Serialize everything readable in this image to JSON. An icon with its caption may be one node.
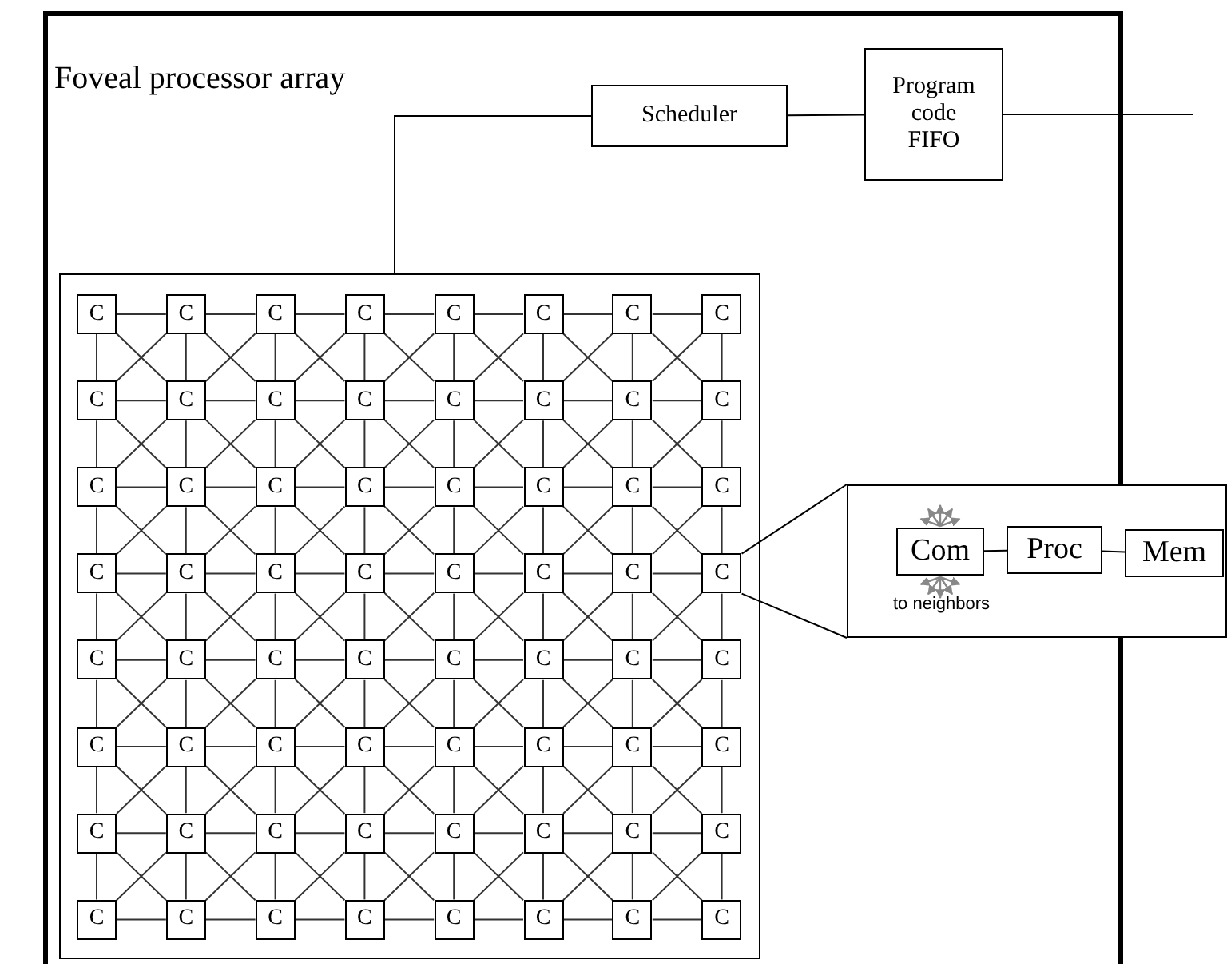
{
  "diagram": {
    "nodes": [
      {
        "text": [
          "Foveal processor array"
        ]
      },
      {
        "text": [
          "Scheduler"
        ],
        "in": 0
      },
      {
        "text": [
          "Program code FIFO"
        ],
        "in": 0
      },
      {
        "text": [],
        "shape": "box",
        "in": 0
      },
      {
        "text": [
          "C"
        ],
        "in": 3
      },
      {
        "text": [
          "C"
        ],
        "in": 3
      },
      {
        "text": [
          "C"
        ],
        "in": 3
      },
      {
        "text": [
          "C"
        ],
        "in": 3
      },
      {
        "text": [
          "C"
        ],
        "in": 3
      },
      {
        "text": [
          "C"
        ],
        "in": 3
      },
      {
        "text": [
          "C"
        ],
        "in": 3
      },
      {
        "text": [
          "C"
        ],
        "in": 3
      },
      {
        "text": [
          "C"
        ],
        "in": 3
      },
      {
        "text": [
          "C"
        ],
        "in": 3
      },
      {
        "text": [
          "C"
        ],
        "in": 3
      },
      {
        "text": [
          "C"
        ],
        "in": 3
      },
      {
        "text": [
          "C"
        ],
        "in": 3
      },
      {
        "text": [
          "C"
        ],
        "in": 3
      },
      {
        "text": [
          "C"
        ],
        "in": 3
      },
      {
        "text": [
          "C"
        ],
        "in": 3
      },
      {
        "text": [
          "C"
        ],
        "in": 3
      },
      {
        "text": [
          "C"
        ],
        "in": 3
      },
      {
        "text": [
          "C"
        ],
        "in": 3
      },
      {
        "text": [
          "C"
        ],
        "in": 3
      },
      {
        "text": [
          "C"
        ],
        "in": 3
      },
      {
        "text": [
          "C"
        ],
        "in": 3
      },
      {
        "text": [
          "C"
        ],
        "in": 3
      },
      {
        "text": [
          "C"
        ],
        "in": 3
      },
      {
        "text": [
          "C"
        ],
        "in": 3
      },
      {
        "text": [
          "C"
        ],
        "in": 3
      },
      {
        "text": [
          "C"
        ],
        "in": 3
      },
      {
        "text": [
          "C"
        ],
        "in": 3
      },
      {
        "text": [
          "C"
        ],
        "in": 3
      },
      {
        "text": [
          "C"
        ],
        "in": 3
      },
      {
        "text": [
          "C"
        ],
        "in": 3
      },
      {
        "text": [
          "C"
        ],
        "in": 3
      },
      {
        "text": [
          "C"
        ],
        "in": 3
      },
      {
        "text": [
          "C"
        ],
        "in": 3
      },
      {
        "text": [
          "C"
        ],
        "in": 3
      },
      {
        "text": [
          "C"
        ],
        "in": 3
      },
      {
        "text": [
          "C"
        ],
        "in": 3
      },
      {
        "text": [
          "C"
        ],
        "in": 3
      },
      {
        "text": [
          "C"
        ],
        "in": 3
      },
      {
        "text": [
          "C"
        ],
        "in": 3
      },
      {
        "text": [
          "C"
        ],
        "in": 3
      },
      {
        "text": [
          "C"
        ],
        "in": 3
      },
      {
        "text": [
          "C"
        ],
        "in": 3
      },
      {
        "text": [
          "C"
        ],
        "in": 3
      },
      {
        "text": [
          "C"
        ],
        "in": 3
      },
      {
        "text": [
          "C"
        ],
        "in": 3
      },
      {
        "text": [
          "C"
        ],
        "in": 3
      },
      {
        "text": [
          "C"
        ],
        "in": 3
      },
      {
        "text": [
          "C"
        ],
        "in": 3
      },
      {
        "text": [
          "C"
        ],
        "in": 3
      },
      {
        "text": [
          "C"
        ],
        "in": 3
      },
      {
        "text": [
          "C"
        ],
        "in": 3
      },
      {
        "text": [
          "C"
        ],
        "in": 3
      },
      {
        "text": [
          "C"
        ],
        "in": 3
      },
      {
        "text": [
          "C"
        ],
        "in": 3
      },
      {
        "text": [
          "C"
        ],
        "in": 3
      },
      {
        "text": [
          "C"
        ],
        "in": 3
      },
      {
        "text": [
          "C"
        ],
        "in": 3
      },
      {
        "text": [
          "C"
        ],
        "in": 3
      },
      {
        "text": [
          "C"
        ],
        "in": 3
      },
      {
        "text": [
          "C"
        ],
        "in": 3
      },
      {
        "text": [
          "C"
        ],
        "in": 3
      },
      {
        "text": [
          "C"
        ],
        "in": 3
      },
      {
        "text": [
          "C"
        ],
        "in": 3
      },
      {
        "text": [],
        "shape": "box"
      },
      {
        "text": [
          "Com"
        ],
        "beside": [
          "to neighbors"
        ]
      },
      {
        "text": [
          "Proc"
        ]
      },
      {
        "text": [
          "Mem"
        ],
        "in": 68
      }
    ],
    "edges": [
      {
        "from": 1,
        "to": 3,
        "arrow": "none"
      },
      {
        "from": 1,
        "to": 2,
        "arrow": "none"
      },
      {
        "from": 2,
        "to": null,
        "arrow": "none"
      },
      {
        "from": 35,
        "to": 68,
        "arrow": "none"
      },
      {
        "from": 35,
        "to": 68,
        "arrow": "none"
      },
      {
        "from": 69,
        "to": 70,
        "arrow": "none"
      },
      {
        "from": 70,
        "to": 71,
        "arrow": "none"
      },
      {
        "from": 4,
        "to": 5,
        "arrow": "none"
      },
      {
        "from": 5,
        "to": 6,
        "arrow": "none"
      },
      {
        "from": 6,
        "to": 7,
        "arrow": "none"
      },
      {
        "from": 7,
        "to": 8,
        "arrow": "none"
      },
      {
        "from": 8,
        "to": 9,
        "arrow": "none"
      },
      {
        "from": 9,
        "to": 10,
        "arrow": "none"
      },
      {
        "from": 10,
        "to": 11,
        "arrow": "none"
      },
      {
        "from": 12,
        "to": 13,
        "arrow": "none"
      },
      {
        "from": 13,
        "to": 14,
        "arrow": "none"
      },
      {
        "from": 14,
        "to": 15,
        "arrow": "none"
      },
      {
        "from": 15,
        "to": 16,
        "arrow": "none"
      },
      {
        "from": 16,
        "to": 17,
        "arrow": "none"
      },
      {
        "from": 17,
        "to": 18,
        "arrow": "none"
      },
      {
        "from": 18,
        "to": 19,
        "arrow": "none"
      },
      {
        "from": 20,
        "to": 21,
        "arrow": "none"
      },
      {
        "from": 21,
        "to": 22,
        "arrow": "none"
      },
      {
        "from": 22,
        "to": 23,
        "arrow": "none"
      },
      {
        "from": 23,
        "to": 24,
        "arrow": "none"
      },
      {
        "from": 24,
        "to": 25,
        "arrow": "none"
      },
      {
        "from": 25,
        "to": 26,
        "arrow": "none"
      },
      {
        "from": 26,
        "to": 27,
        "arrow": "none"
      },
      {
        "from": 28,
        "to": 29,
        "arrow": "none"
      },
      {
        "from": 29,
        "to": 30,
        "arrow": "none"
      },
      {
        "from": 30,
        "to": 31,
        "arrow": "none"
      },
      {
        "from": 31,
        "to": 32,
        "arrow": "none"
      },
      {
        "from": 32,
        "to": 33,
        "arrow": "none"
      },
      {
        "from": 33,
        "to": 34,
        "arrow": "none"
      },
      {
        "from": 34,
        "to": 35,
        "arrow": "none"
      },
      {
        "from": 36,
        "to": 37,
        "arrow": "none"
      },
      {
        "from": 37,
        "to": 38,
        "arrow": "none"
      },
      {
        "from": 38,
        "to": 39,
        "arrow": "none"
      },
      {
        "from": 39,
        "to": 40,
        "arrow": "none"
      },
      {
        "from": 40,
        "to": 41,
        "arrow": "none"
      },
      {
        "from": 41,
        "to": 42,
        "arrow": "none"
      },
      {
        "from": 42,
        "to": 43,
        "arrow": "none"
      },
      {
        "from": 44,
        "to": 45,
        "arrow": "none"
      },
      {
        "from": 45,
        "to": 46,
        "arrow": "none"
      },
      {
        "from": 46,
        "to": 47,
        "arrow": "none"
      },
      {
        "from": 47,
        "to": 48,
        "arrow": "none"
      },
      {
        "from": 48,
        "to": 49,
        "arrow": "none"
      },
      {
        "from": 49,
        "to": 50,
        "arrow": "none"
      },
      {
        "from": 50,
        "to": 51,
        "arrow": "none"
      },
      {
        "from": 52,
        "to": 53,
        "arrow": "none"
      },
      {
        "from": 53,
        "to": 54,
        "arrow": "none"
      },
      {
        "from": 54,
        "to": 55,
        "arrow": "none"
      },
      {
        "from": 55,
        "to": 56,
        "arrow": "none"
      },
      {
        "from": 56,
        "to": 57,
        "arrow": "none"
      },
      {
        "from": 57,
        "to": 58,
        "arrow": "none"
      },
      {
        "from": 58,
        "to": 59,
        "arrow": "none"
      },
      {
        "from": 60,
        "to": 61,
        "arrow": "none"
      },
      {
        "from": 61,
        "to": 62,
        "arrow": "none"
      },
      {
        "from": 62,
        "to": 63,
        "arrow": "none"
      },
      {
        "from": 63,
        "to": 64,
        "arrow": "none"
      },
      {
        "from": 64,
        "to": 65,
        "arrow": "none"
      },
      {
        "from": 65,
        "to": 66,
        "arrow": "none"
      },
      {
        "from": 66,
        "to": 67,
        "arrow": "none"
      },
      {
        "from": 4,
        "to": 12,
        "arrow": "none"
      },
      {
        "from": 5,
        "to": 13,
        "arrow": "none"
      },
      {
        "from": 6,
        "to": 14,
        "arrow": "none"
      },
      {
        "from": 7,
        "to": 15,
        "arrow": "none"
      },
      {
        "from": 8,
        "to": 16,
        "arrow": "none"
      },
      {
        "from": 9,
        "to": 17,
        "arrow": "none"
      },
      {
        "from": 10,
        "to": 18,
        "arrow": "none"
      },
      {
        "from": 11,
        "to": 19,
        "arrow": "none"
      },
      {
        "from": 12,
        "to": 20,
        "arrow": "none"
      },
      {
        "from": 13,
        "to": 21,
        "arrow": "none"
      },
      {
        "from": 14,
        "to": 22,
        "arrow": "none"
      },
      {
        "from": 15,
        "to": 23,
        "arrow": "none"
      },
      {
        "from": 16,
        "to": 24,
        "arrow": "none"
      },
      {
        "from": 17,
        "to": 25,
        "arrow": "none"
      },
      {
        "from": 18,
        "to": 26,
        "arrow": "none"
      },
      {
        "from": 19,
        "to": 27,
        "arrow": "none"
      },
      {
        "from": 20,
        "to": 28,
        "arrow": "none"
      },
      {
        "from": 21,
        "to": 29,
        "arrow": "none"
      },
      {
        "from": 22,
        "to": 30,
        "arrow": "none"
      },
      {
        "from": 23,
        "to": 31,
        "arrow": "none"
      },
      {
        "from": 24,
        "to": 32,
        "arrow": "none"
      },
      {
        "from": 25,
        "to": 33,
        "arrow": "none"
      },
      {
        "from": 26,
        "to": 34,
        "arrow": "none"
      },
      {
        "from": 27,
        "to": 35,
        "arrow": "none"
      },
      {
        "from": 28,
        "to": 36,
        "arrow": "none"
      },
      {
        "from": 29,
        "to": 37,
        "arrow": "none"
      },
      {
        "from": 30,
        "to": 38,
        "arrow": "none"
      },
      {
        "from": 31,
        "to": 39,
        "arrow": "none"
      },
      {
        "from": 32,
        "to": 40,
        "arrow": "none"
      },
      {
        "from": 33,
        "to": 41,
        "arrow": "none"
      },
      {
        "from": 34,
        "to": 42,
        "arrow": "none"
      },
      {
        "from": 35,
        "to": 43,
        "arrow": "none"
      },
      {
        "from": 36,
        "to": 44,
        "arrow": "none"
      },
      {
        "from": 37,
        "to": 45,
        "arrow": "none"
      },
      {
        "from": 38,
        "to": 46,
        "arrow": "none"
      },
      {
        "from": 39,
        "to": 47,
        "arrow": "none"
      },
      {
        "from": 40,
        "to": 48,
        "arrow": "none"
      },
      {
        "from": 41,
        "to": 49,
        "arrow": "none"
      },
      {
        "from": 42,
        "to": 50,
        "arrow": "none"
      },
      {
        "from": 43,
        "to": 51,
        "arrow": "none"
      },
      {
        "from": 44,
        "to": 52,
        "arrow": "none"
      },
      {
        "from": 45,
        "to": 53,
        "arrow": "none"
      },
      {
        "from": 46,
        "to": 54,
        "arrow": "none"
      },
      {
        "from": 47,
        "to": 55,
        "arrow": "none"
      },
      {
        "from": 48,
        "to": 56,
        "arrow": "none"
      },
      {
        "from": 49,
        "to": 57,
        "arrow": "none"
      },
      {
        "from": 50,
        "to": 58,
        "arrow": "none"
      },
      {
        "from": 51,
        "to": 59,
        "arrow": "none"
      },
      {
        "from": 52,
        "to": 60,
        "arrow": "none"
      },
      {
        "from": 53,
        "to": 61,
        "arrow": "none"
      },
      {
        "from": 54,
        "to": 62,
        "arrow": "none"
      },
      {
        "from": 55,
        "to": 63,
        "arrow": "none"
      },
      {
        "from": 56,
        "to": 64,
        "arrow": "none"
      },
      {
        "from": 57,
        "to": 65,
        "arrow": "none"
      },
      {
        "from": 58,
        "to": 66,
        "arrow": "none"
      },
      {
        "from": 59,
        "to": 67,
        "arrow": "none"
      },
      {
        "from": 4,
        "to": 13,
        "arrow": "none"
      },
      {
        "from": 5,
        "to": 14,
        "arrow": "none"
      },
      {
        "from": 6,
        "to": 15,
        "arrow": "none"
      },
      {
        "from": 7,
        "to": 16,
        "arrow": "none"
      },
      {
        "from": 8,
        "to": 17,
        "arrow": "none"
      },
      {
        "from": 9,
        "to": 18,
        "arrow": "none"
      },
      {
        "from": 10,
        "to": 19,
        "arrow": "none"
      },
      {
        "from": 12,
        "to": 21,
        "arrow": "none"
      },
      {
        "from": 13,
        "to": 22,
        "arrow": "none"
      },
      {
        "from": 14,
        "to": 23,
        "arrow": "none"
      },
      {
        "from": 15,
        "to": 24,
        "arrow": "none"
      },
      {
        "from": 16,
        "to": 25,
        "arrow": "none"
      },
      {
        "from": 17,
        "to": 26,
        "arrow": "none"
      },
      {
        "from": 18,
        "to": 27,
        "arrow": "none"
      },
      {
        "from": 20,
        "to": 29,
        "arrow": "none"
      },
      {
        "from": 21,
        "to": 30,
        "arrow": "none"
      },
      {
        "from": 22,
        "to": 31,
        "arrow": "none"
      },
      {
        "from": 23,
        "to": 32,
        "arrow": "none"
      },
      {
        "from": 24,
        "to": 33,
        "arrow": "none"
      },
      {
        "from": 25,
        "to": 34,
        "arrow": "none"
      },
      {
        "from": 26,
        "to": 35,
        "arrow": "none"
      },
      {
        "from": 28,
        "to": 37,
        "arrow": "none"
      },
      {
        "from": 29,
        "to": 38,
        "arrow": "none"
      },
      {
        "from": 30,
        "to": 39,
        "arrow": "none"
      },
      {
        "from": 31,
        "to": 40,
        "arrow": "none"
      },
      {
        "from": 32,
        "to": 41,
        "arrow": "none"
      },
      {
        "from": 33,
        "to": 42,
        "arrow": "none"
      },
      {
        "from": 34,
        "to": 43,
        "arrow": "none"
      },
      {
        "from": 36,
        "to": 45,
        "arrow": "none"
      },
      {
        "from": 37,
        "to": 46,
        "arrow": "none"
      },
      {
        "from": 38,
        "to": 47,
        "arrow": "none"
      },
      {
        "from": 39,
        "to": 48,
        "arrow": "none"
      },
      {
        "from": 40,
        "to": 49,
        "arrow": "none"
      },
      {
        "from": 41,
        "to": 50,
        "arrow": "none"
      },
      {
        "from": 42,
        "to": 51,
        "arrow": "none"
      },
      {
        "from": 44,
        "to": 53,
        "arrow": "none"
      },
      {
        "from": 45,
        "to": 54,
        "arrow": "none"
      },
      {
        "from": 46,
        "to": 55,
        "arrow": "none"
      },
      {
        "from": 47,
        "to": 56,
        "arrow": "none"
      },
      {
        "from": 48,
        "to": 57,
        "arrow": "none"
      },
      {
        "from": 49,
        "to": 58,
        "arrow": "none"
      },
      {
        "from": 50,
        "to": 59,
        "arrow": "none"
      },
      {
        "from": 52,
        "to": 61,
        "arrow": "none"
      },
      {
        "from": 53,
        "to": 62,
        "arrow": "none"
      },
      {
        "from": 54,
        "to": 63,
        "arrow": "none"
      },
      {
        "from": 55,
        "to": 64,
        "arrow": "none"
      },
      {
        "from": 56,
        "to": 65,
        "arrow": "none"
      },
      {
        "from": 57,
        "to": 66,
        "arrow": "none"
      },
      {
        "from": 58,
        "to": 67,
        "arrow": "none"
      },
      {
        "from": 5,
        "to": 12,
        "arrow": "none"
      },
      {
        "from": 6,
        "to": 13,
        "arrow": "none"
      },
      {
        "from": 7,
        "to": 14,
        "arrow": "none"
      },
      {
        "from": 8,
        "to": 15,
        "arrow": "none"
      },
      {
        "from": 9,
        "to": 16,
        "arrow": "none"
      },
      {
        "from": 10,
        "to": 17,
        "arrow": "none"
      },
      {
        "from": 11,
        "to": 18,
        "arrow": "none"
      },
      {
        "from": 13,
        "to": 20,
        "arrow": "none"
      },
      {
        "from": 14,
        "to": 21,
        "arrow": "none"
      },
      {
        "from": 15,
        "to": 22,
        "arrow": "none"
      },
      {
        "from": 16,
        "to": 23,
        "arrow": "none"
      },
      {
        "from": 17,
        "to": 24,
        "arrow": "none"
      },
      {
        "from": 18,
        "to": 25,
        "arrow": "none"
      },
      {
        "from": 19,
        "to": 26,
        "arrow": "none"
      },
      {
        "from": 21,
        "to": 28,
        "arrow": "none"
      },
      {
        "from": 22,
        "to": 29,
        "arrow": "none"
      },
      {
        "from": 23,
        "to": 30,
        "arrow": "none"
      },
      {
        "from": 24,
        "to": 31,
        "arrow": "none"
      },
      {
        "from": 25,
        "to": 32,
        "arrow": "none"
      },
      {
        "from": 26,
        "to": 33,
        "arrow": "none"
      },
      {
        "from": 27,
        "to": 34,
        "arrow": "none"
      },
      {
        "from": 29,
        "to": 36,
        "arrow": "none"
      },
      {
        "from": 30,
        "to": 37,
        "arrow": "none"
      },
      {
        "from": 31,
        "to": 38,
        "arrow": "none"
      },
      {
        "from": 32,
        "to": 39,
        "arrow": "none"
      },
      {
        "from": 33,
        "to": 40,
        "arrow": "none"
      },
      {
        "from": 34,
        "to": 41,
        "arrow": "none"
      },
      {
        "from": 35,
        "to": 42,
        "arrow": "none"
      },
      {
        "from": 37,
        "to": 44,
        "arrow": "none"
      },
      {
        "from": 38,
        "to": 45,
        "arrow": "none"
      },
      {
        "from": 39,
        "to": 46,
        "arrow": "none"
      },
      {
        "from": 40,
        "to": 47,
        "arrow": "none"
      },
      {
        "from": 41,
        "to": 48,
        "arrow": "none"
      },
      {
        "from": 42,
        "to": 49,
        "arrow": "none"
      },
      {
        "from": 43,
        "to": 50,
        "arrow": "none"
      },
      {
        "from": 45,
        "to": 52,
        "arrow": "none"
      },
      {
        "from": 46,
        "to": 53,
        "arrow": "none"
      },
      {
        "from": 47,
        "to": 54,
        "arrow": "none"
      },
      {
        "from": 48,
        "to": 55,
        "arrow": "none"
      },
      {
        "from": 49,
        "to": 56,
        "arrow": "none"
      },
      {
        "from": 50,
        "to": 57,
        "arrow": "none"
      },
      {
        "from": 51,
        "to": 58,
        "arrow": "none"
      },
      {
        "from": 53,
        "to": 60,
        "arrow": "none"
      },
      {
        "from": 54,
        "to": 61,
        "arrow": "none"
      },
      {
        "from": 55,
        "to": 62,
        "arrow": "none"
      },
      {
        "from": 56,
        "to": 63,
        "arrow": "none"
      },
      {
        "from": 57,
        "to": 64,
        "arrow": "none"
      },
      {
        "from": 58,
        "to": 65,
        "arrow": "none"
      },
      {
        "from": 59,
        "to": 66,
        "arrow": "none"
      }
    ]
  }
}
